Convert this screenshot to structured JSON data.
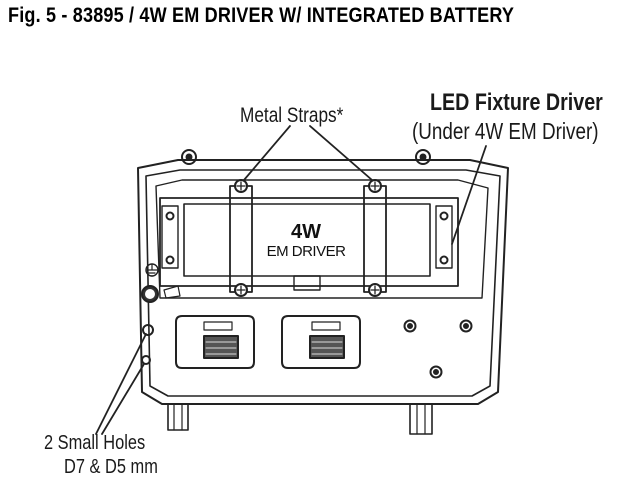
{
  "figure": {
    "title": "Fig. 5 - 83895 / 4W EM DRIVER W/ INTEGRATED BATTERY"
  },
  "callouts": {
    "metal_straps": "Metal Straps*",
    "led_driver_title": "LED Fixture Driver",
    "led_driver_subtitle": "(Under 4W EM Driver)",
    "holes_line1": "2  Small Holes",
    "holes_line2": "D7 & D5 mm"
  },
  "em_driver": {
    "power": "4W",
    "name": "EM DRIVER"
  }
}
